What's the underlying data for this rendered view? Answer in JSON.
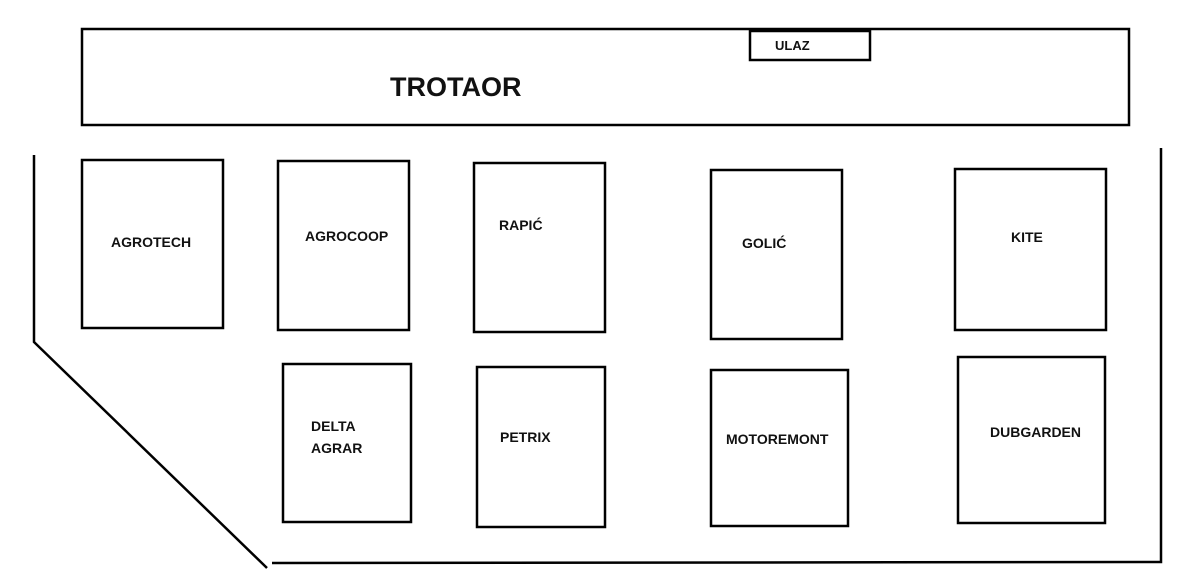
{
  "sidewalk": {
    "label": "TROTAOR"
  },
  "entrance": {
    "label": "ULAZ"
  },
  "stalls": {
    "agrotech": "AGROTECH",
    "agrocoop": "AGROCOOP",
    "rapic": "RAPIĆ",
    "golic": "GOLIĆ",
    "kite": "KITE",
    "delta_agrar_line1": "DELTA",
    "delta_agrar_line2": "AGRAR",
    "petrix": "PETRIX",
    "motoremont": "MOTOREMONT",
    "dubgarden": "DUBGARDEN"
  }
}
